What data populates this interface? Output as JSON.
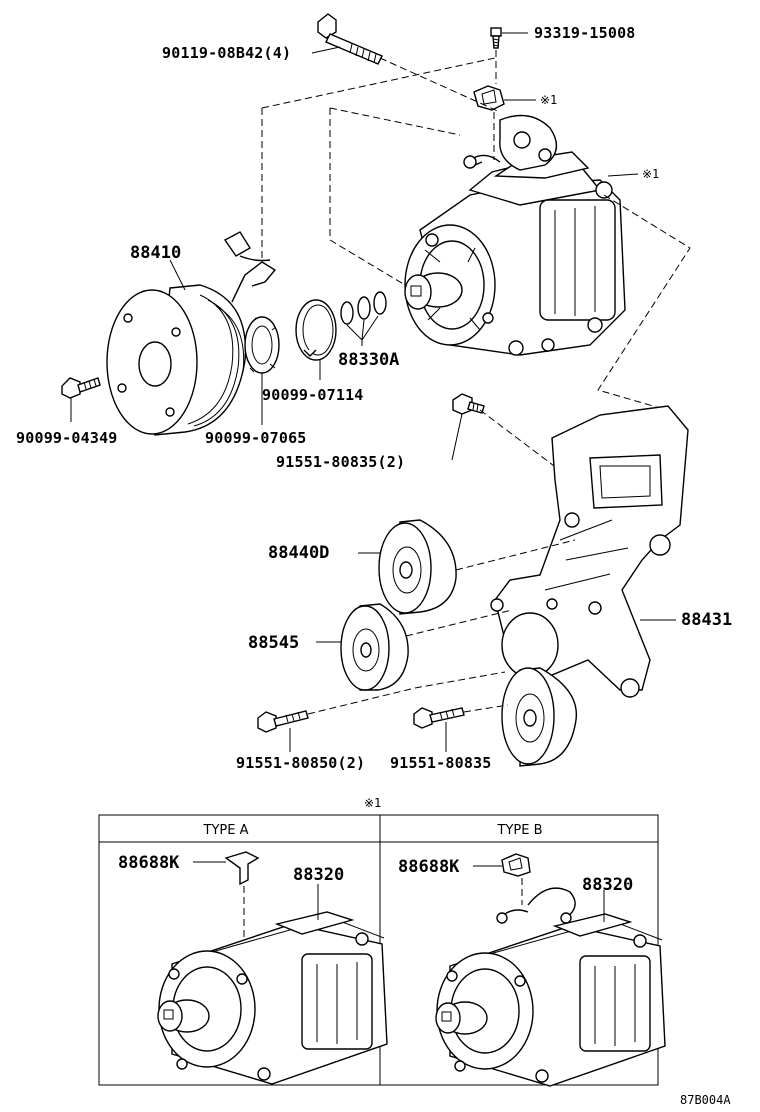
{
  "callouts": {
    "bolt_top": "90119-08B42(4)",
    "screw_top": "93319-15008",
    "ref_clip": "※1",
    "ref_comp": "※1",
    "clutch": "88410",
    "shims": "88330A",
    "snap_ring": "90099-07114",
    "ring": "90099-07065",
    "clutch_bolt": "90099-04349",
    "bracket_bolt": "91551-80835(2)",
    "idler_upper": "88440D",
    "idler_lower": "88545",
    "bracket": "88431",
    "bolt_long": "91551-80850(2)",
    "bolt_short": "91551-80835"
  },
  "variants": {
    "marker": "※1",
    "type_a": {
      "header": "TYPE A",
      "clip": "88688K",
      "compressor": "88320"
    },
    "type_b": {
      "header": "TYPE B",
      "clip": "88688K",
      "compressor": "88320"
    }
  },
  "figure_code": "87B004A"
}
